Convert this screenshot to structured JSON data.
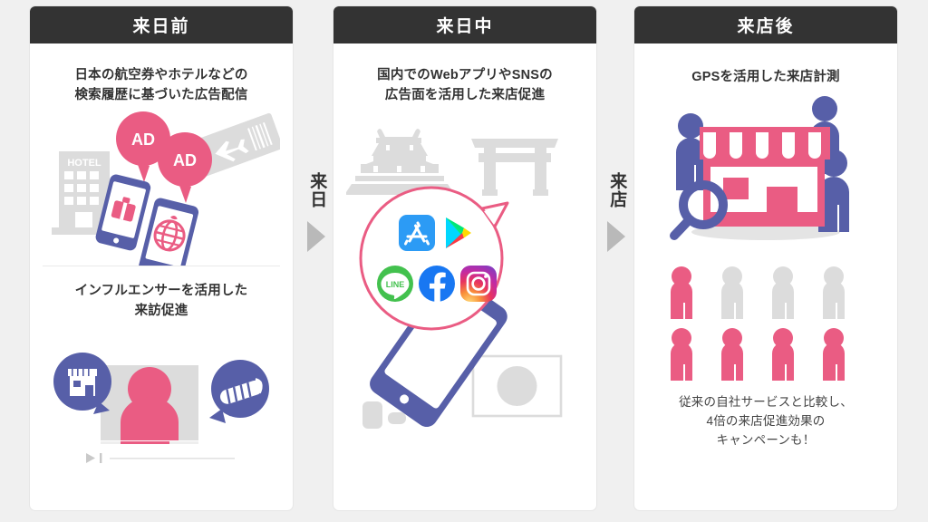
{
  "meta": {
    "background_color": "#f0f0f0",
    "header_bg": "#333333",
    "accent_pink": "#ea5c83",
    "accent_purple": "#575fa8",
    "light_gray": "#dcdcdc"
  },
  "panels": [
    {
      "id": "panel-0",
      "header": "来日前",
      "sections": [
        {
          "caption_lines": [
            "日本の航空券やホテルなどの",
            "検索履歴に基づいた広告配信"
          ],
          "art": "ad-targeting-art",
          "art_labels": {
            "hotel": "HOTEL",
            "ad_1": "AD",
            "ad_2": "AD"
          }
        },
        {
          "caption_lines": [
            "インフルエンサーを活用した",
            "来訪促進"
          ],
          "art": "influencer-art",
          "art_labels": {
            "bubble_left_icon": "storefront-icon",
            "bubble_right_icon": "sushi-icon",
            "player_icon": "play-icon"
          }
        }
      ]
    },
    {
      "id": "panel-1",
      "header": "来日中",
      "sections": [
        {
          "caption_lines": [
            "国内でのWebアプリやSNSの",
            "広告面を活用した来店促進"
          ],
          "art": "app-ads-art",
          "art_labels": {
            "background_1": "castle-icon",
            "background_2": "torii-gate-icon",
            "background_3": "japan-map-icon",
            "background_4": "japan-flag-icon",
            "device": "smartphone-icon",
            "apps": [
              "App Store",
              "Google Play",
              "LINE",
              "Facebook",
              "Instagram"
            ]
          }
        }
      ]
    },
    {
      "id": "panel-2",
      "header": "来店後",
      "sections": [
        {
          "caption_lines": [
            "GPSを活用した来店計測"
          ],
          "art": "store-visit-art",
          "art_labels": {
            "store": "storefront-icon",
            "magnifier": "magnifier-icon",
            "people": "person-icon"
          }
        },
        {
          "art": "people-ratio-art",
          "art_labels": {
            "row_1": [
              "pink",
              "gray",
              "gray",
              "gray"
            ],
            "row_2": [
              "pink",
              "pink",
              "pink",
              "pink"
            ]
          },
          "footer_lines": [
            "従来の自社サービスと比較し、",
            "4倍の来店促進効果の",
            "キャンペーンも！"
          ]
        }
      ]
    }
  ],
  "connectors": [
    {
      "id": "connector-0",
      "label": "来日",
      "arrow": "arrow-right-icon"
    },
    {
      "id": "connector-1",
      "label": "来店",
      "arrow": "arrow-right-icon"
    }
  ]
}
